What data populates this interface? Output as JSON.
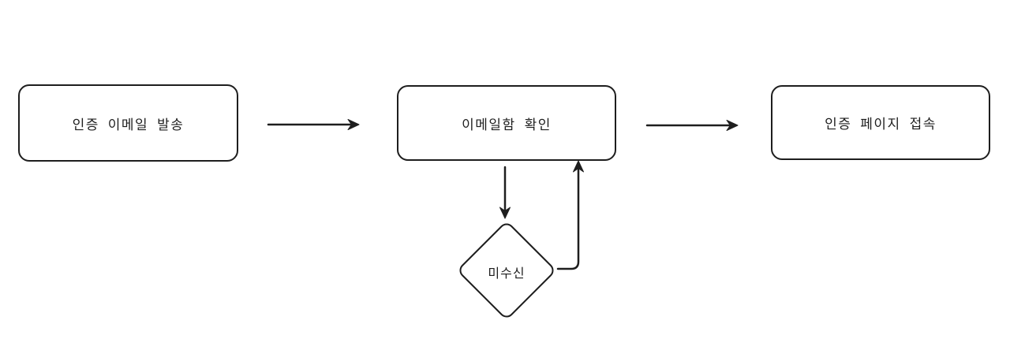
{
  "diagram": {
    "type": "flowchart",
    "colors": {
      "stroke": "#1e1e1e",
      "background": "#ffffff"
    },
    "nodes": [
      {
        "id": "send-verification-email",
        "shape": "rounded-rect",
        "label": "인증 이메일 발송"
      },
      {
        "id": "check-inbox",
        "shape": "rounded-rect",
        "label": "이메일함 확인"
      },
      {
        "id": "access-verification-page",
        "shape": "rounded-rect",
        "label": "인증 페이지 접속"
      },
      {
        "id": "not-received",
        "shape": "diamond",
        "label": "미수신"
      }
    ],
    "edges": [
      {
        "from": "send-verification-email",
        "to": "check-inbox",
        "style": "arrow-right"
      },
      {
        "from": "check-inbox",
        "to": "access-verification-page",
        "style": "arrow-right"
      },
      {
        "from": "check-inbox",
        "to": "not-received",
        "style": "arrow-down"
      },
      {
        "from": "not-received",
        "to": "check-inbox",
        "style": "arrow-loop-up"
      }
    ]
  }
}
